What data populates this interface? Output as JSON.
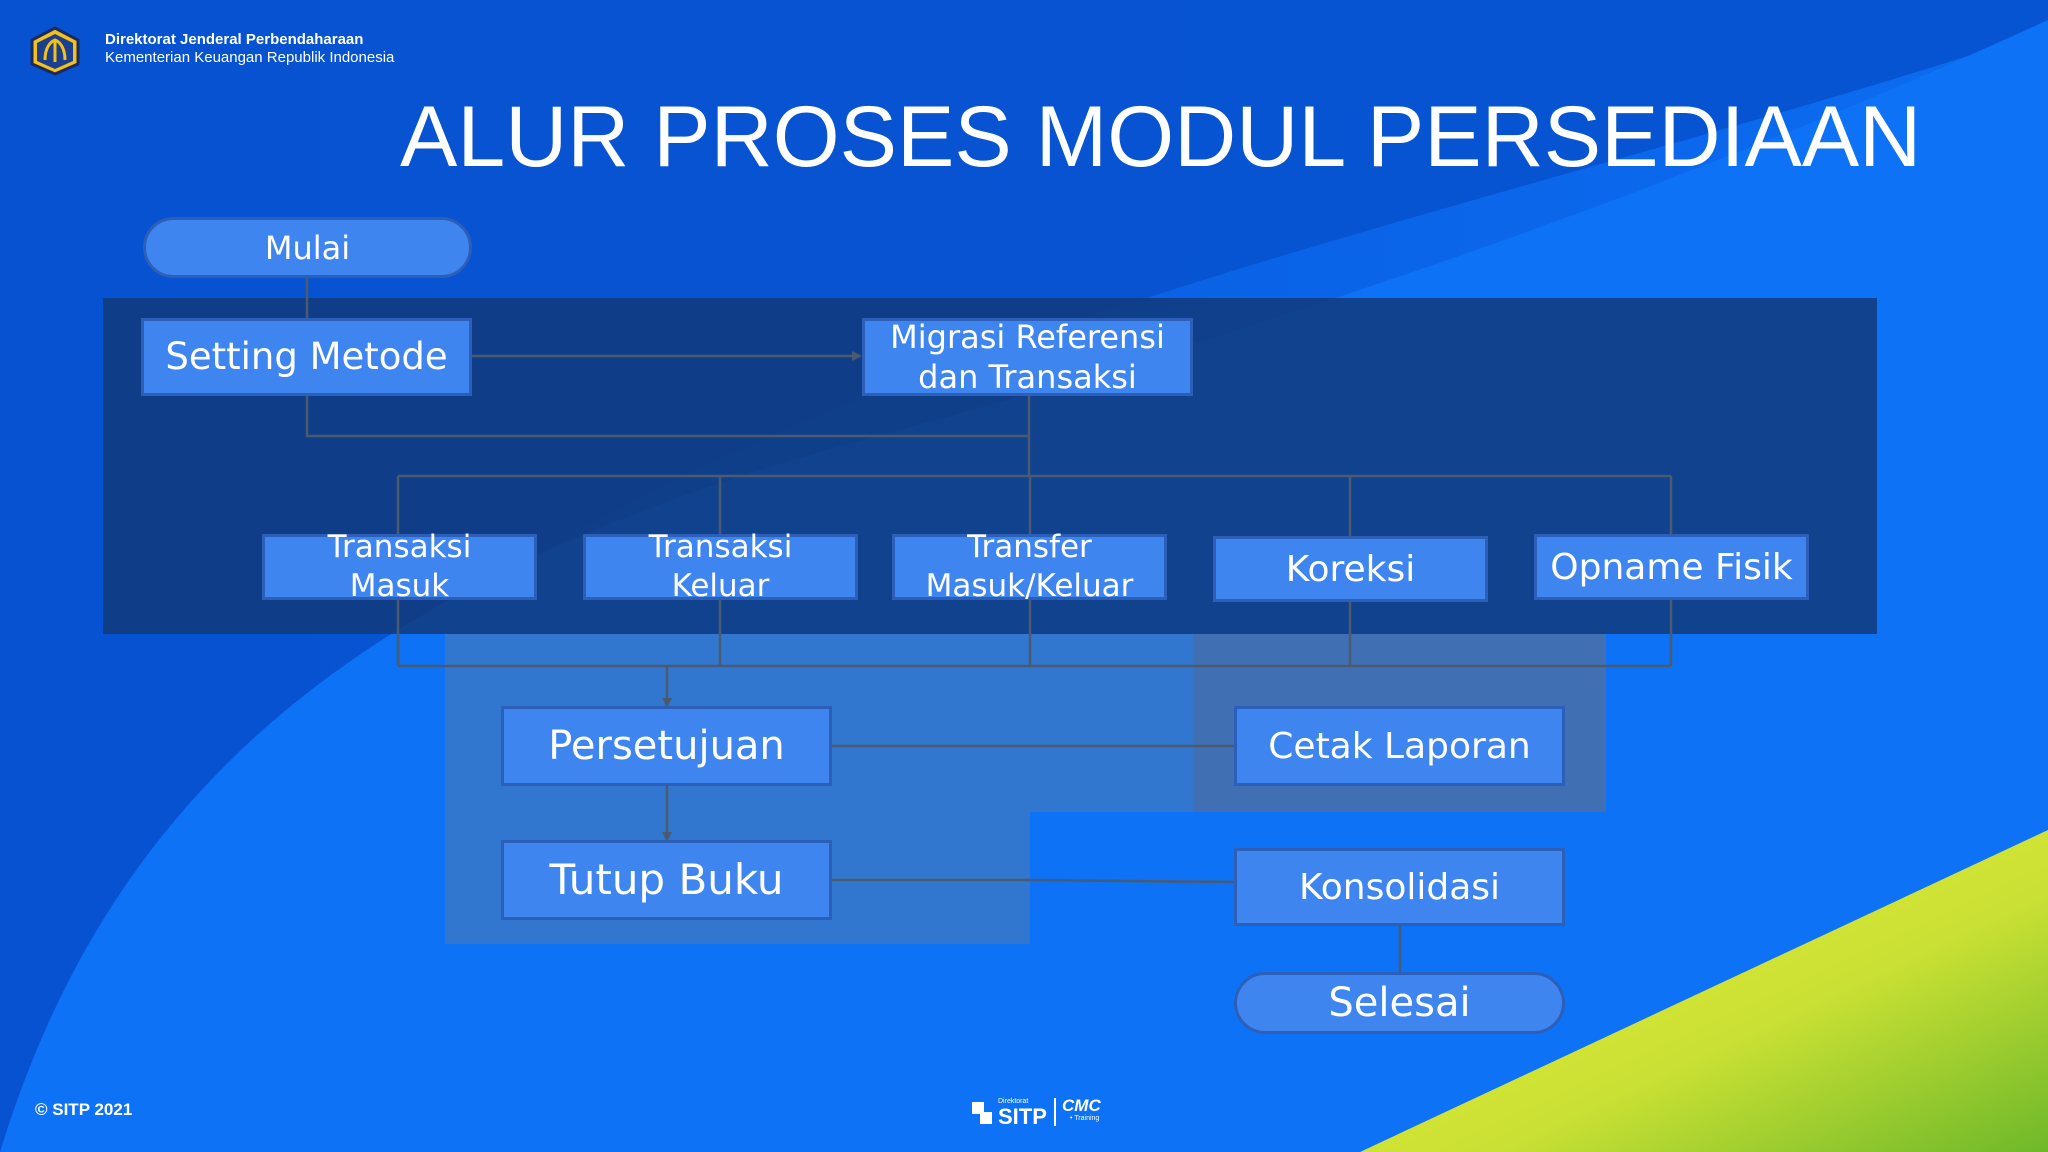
{
  "header": {
    "org_line1": "Direktorat Jenderal Perbendaharaan",
    "org_line2": "Kementerian Keuangan Republik Indonesia"
  },
  "title": "ALUR PROSES MODUL PERSEDIAAN",
  "nodes": {
    "mulai": "Mulai",
    "setting_metode": "Setting Metode",
    "migrasi": "Migrasi Referensi\ndan Transaksi",
    "transaksi_masuk": "Transaksi\nMasuk",
    "transaksi_keluar": "Transaksi\nKeluar",
    "transfer": "Transfer\nMasuk/Keluar",
    "koreksi": "Koreksi",
    "opname": "Opname Fisik",
    "persetujuan": "Persetujuan",
    "cetak_laporan": "Cetak Laporan",
    "tutup_buku": "Tutup Buku",
    "konsolidasi": "Konsolidasi",
    "selesai": "Selesai"
  },
  "footer": {
    "copyright": "© SITP 2021",
    "logo_sitp": "SITP",
    "logo_sitp_small": "Direktorat",
    "logo_cmc": "CMC",
    "logo_cmc_small": "• Training"
  },
  "colors": {
    "background": "#0a5fe0",
    "node_fill": "#3f85f0",
    "accent_yellow": "#e8f03a"
  }
}
